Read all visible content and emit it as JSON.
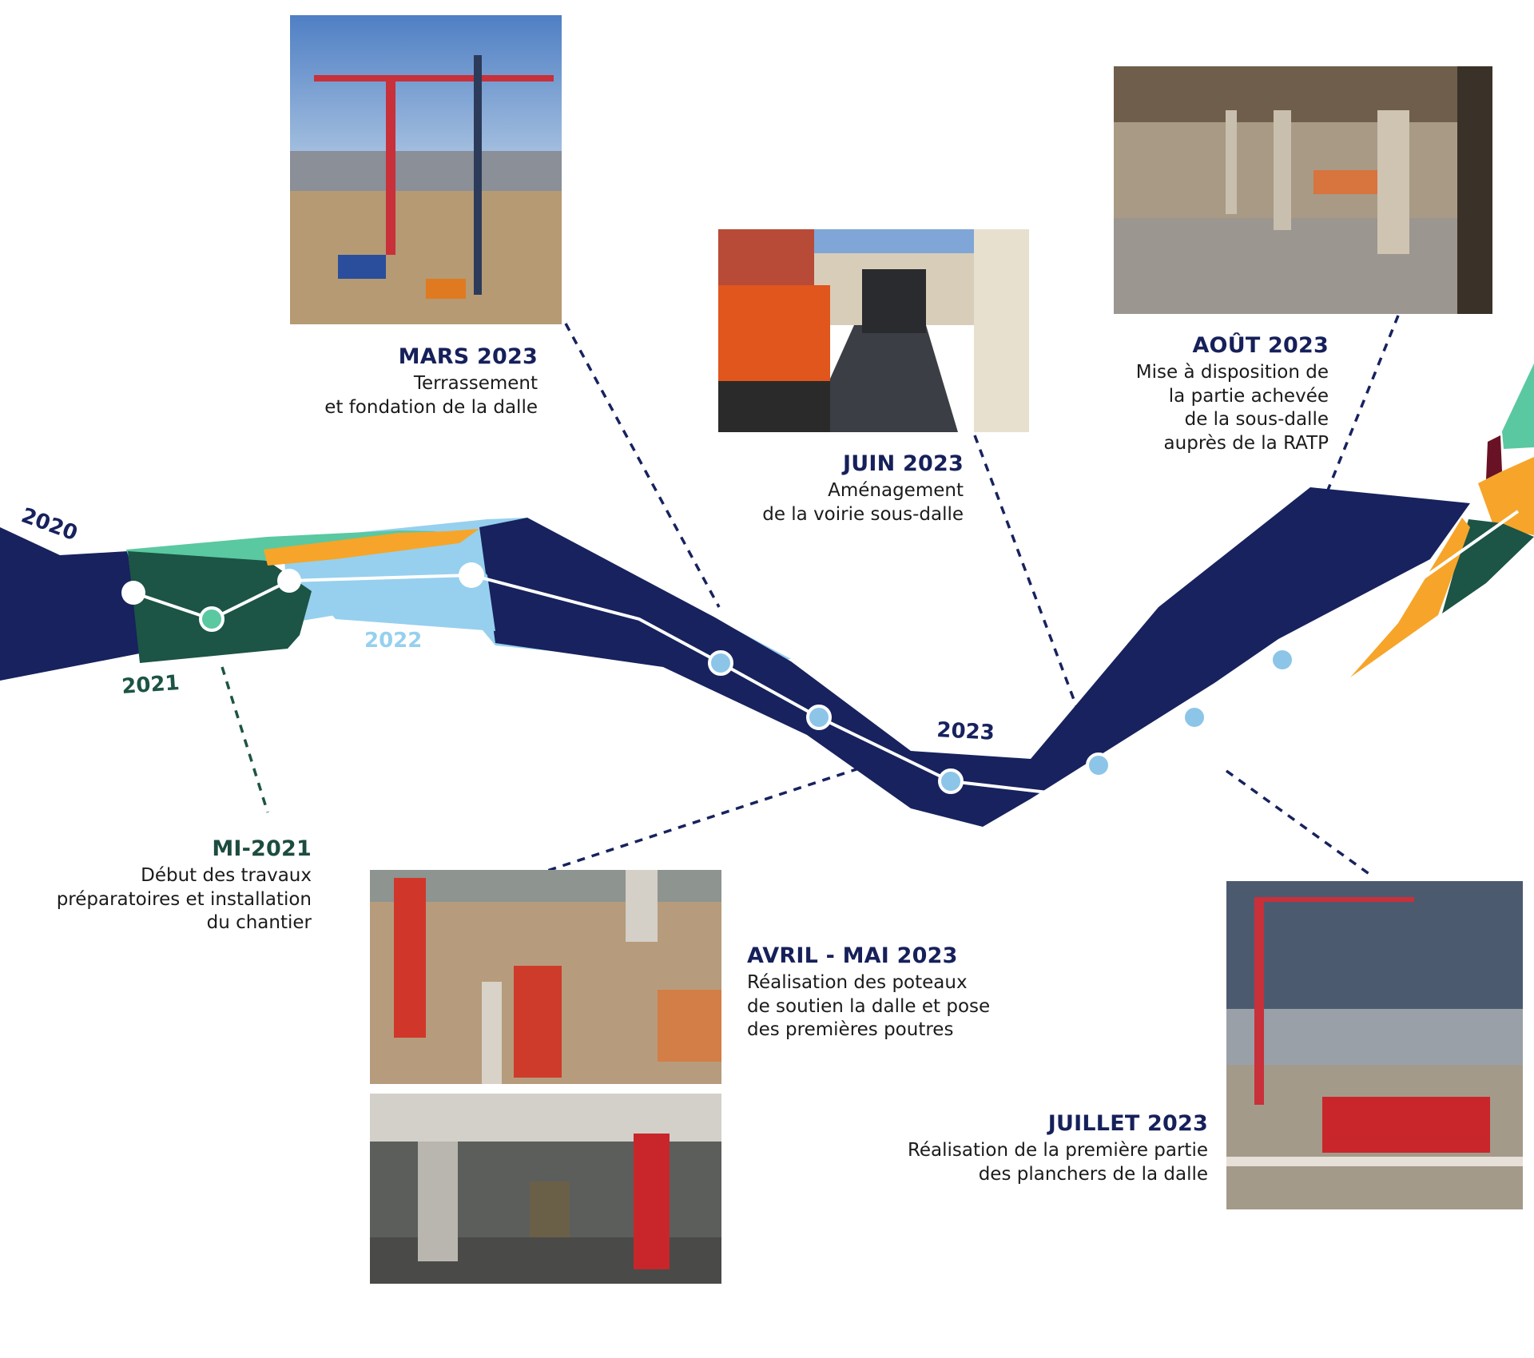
{
  "colors": {
    "navy": "#17225e",
    "dark_green": "#1c5445",
    "mint": "#5ac8a0",
    "light_blue": "#96d0ee",
    "orange": "#f6a52a",
    "maroon": "#6a1225",
    "dot_blue": "#8cc5e8",
    "dot_green": "#5ac8a0"
  },
  "years": {
    "y2020": "2020",
    "y2021": "2021",
    "y2022": "2022",
    "y2023": "2023"
  },
  "milestones": [
    {
      "id": "mi2021",
      "date": "MI-2021",
      "description": "Début des travaux\npréparatoires et installation\ndu chantier"
    },
    {
      "id": "mars2023",
      "date": "MARS 2023",
      "description": "Terrassement\net fondation de la dalle"
    },
    {
      "id": "avrilmai2023",
      "date": "AVRIL - MAI 2023",
      "description": "Réalisation des poteaux\nde soutien la dalle et pose\ndes premières poutres"
    },
    {
      "id": "juin2023",
      "date": "JUIN 2023",
      "description": "Aménagement\nde la voirie sous-dalle"
    },
    {
      "id": "juillet2023",
      "date": "JUILLET 2023",
      "description": "Réalisation de la première partie\ndes planchers de la dalle"
    },
    {
      "id": "aout2023",
      "date": "AOÛT 2023",
      "description": "Mise à disposition de\nla partie achevée\nde la sous-dalle\nauprès de la RATP"
    }
  ]
}
